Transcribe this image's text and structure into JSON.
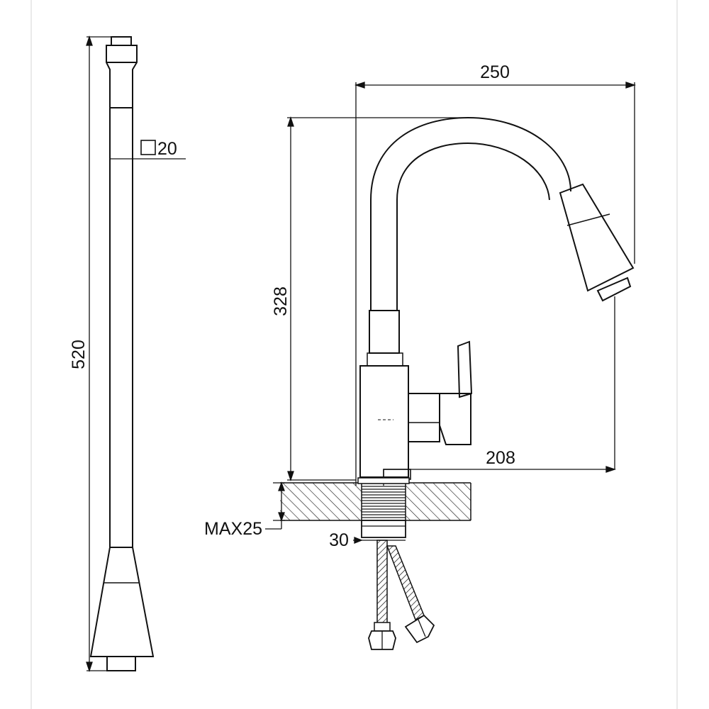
{
  "dimensions": {
    "hose_length": "520",
    "hose_section": "20",
    "overall_reach": "250",
    "overall_height": "328",
    "spout_reach": "208",
    "max_counter_thickness": "MAX25",
    "mount_hole": "30"
  },
  "icons": {
    "square_section_symbol": "square-icon"
  },
  "colors": {
    "line": "#111111",
    "background": "#ffffff"
  }
}
